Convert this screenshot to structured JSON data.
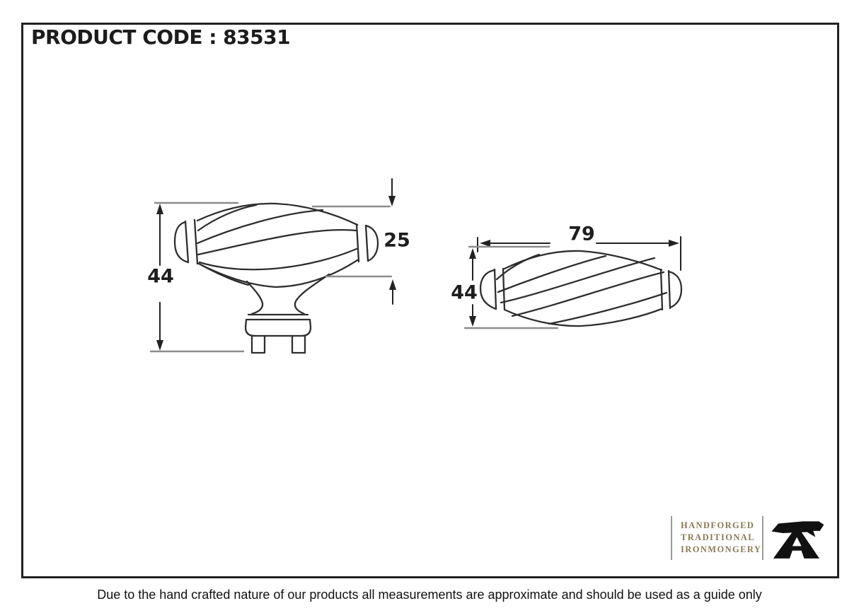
{
  "header": {
    "product_code": "PRODUCT CODE : 83531"
  },
  "drawing": {
    "description": "Technical line drawing of a twisted (cabinet) knob, front view and top view",
    "front_view": {
      "overall_height": "44",
      "knob_end_height": "25"
    },
    "top_view": {
      "overall_length": "79",
      "knob_height": "44"
    }
  },
  "logo": {
    "lines": [
      "HANDFORGED",
      "TRADITIONAL",
      "IRONMONGERY"
    ],
    "icon": "anvil-icon"
  },
  "footer": {
    "disclaimer": "Due to the hand crafted nature of our products all measurements are approximate and should be used as a guide only"
  },
  "colors": {
    "outline": "#2e2e2e",
    "dimension": "#222222",
    "extension_line": "#8c8c8c",
    "logo_text": "#8a7a55",
    "anvil": "#111111",
    "frame_border": "#222222",
    "background": "#ffffff"
  }
}
